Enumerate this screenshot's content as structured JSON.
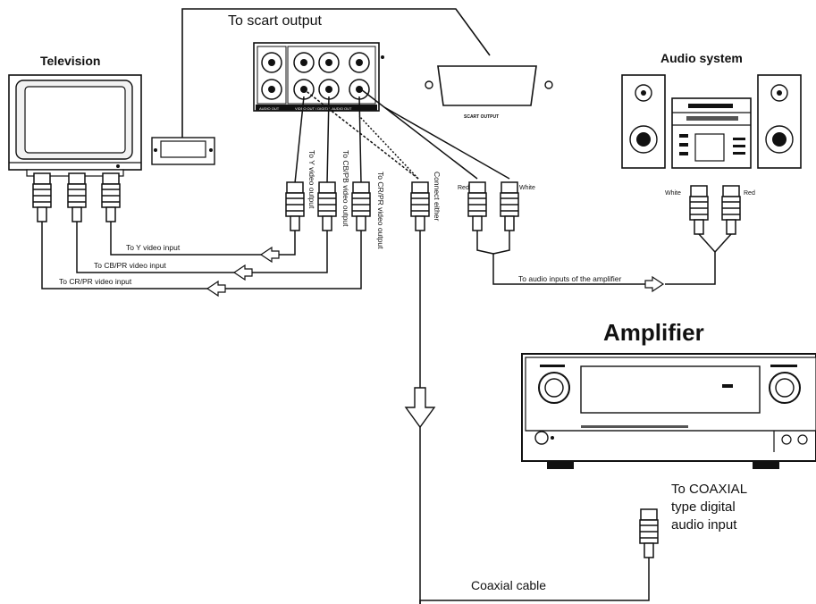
{
  "labels": {
    "scart_output_to": "To scart output",
    "television": "Television",
    "audio_system": "Audio system",
    "amplifier": "Amplifier",
    "to_y_video_input": "To Y video input",
    "to_cb_pr_video_input": "To CB/PR video input",
    "to_cr_pr_video_input": "To CR/PR video input",
    "to_y_video_output": "To Y video output",
    "to_cb_pb_video_output": "To CB/PB video output",
    "to_cr_pr_video_output": "To CR/PR video output",
    "connect_either": "Connect either",
    "red_left": "Red",
    "white_left": "White",
    "white_right": "White",
    "red_right": "Red",
    "to_audio_inputs_amplifier": "To audio inputs of the amplifier",
    "to_coaxial_line1": "To COAXIAL",
    "to_coaxial_line2": "type digital",
    "to_coaxial_line3": "audio input",
    "coaxial_cable": "Coaxial cable",
    "scart_output_panel": "SCART OUTPUT",
    "audio_out_panel": "AUDIO OUT",
    "video_out_panel": "VIDEO OUT / DIGITAL AUDIO OUT"
  }
}
